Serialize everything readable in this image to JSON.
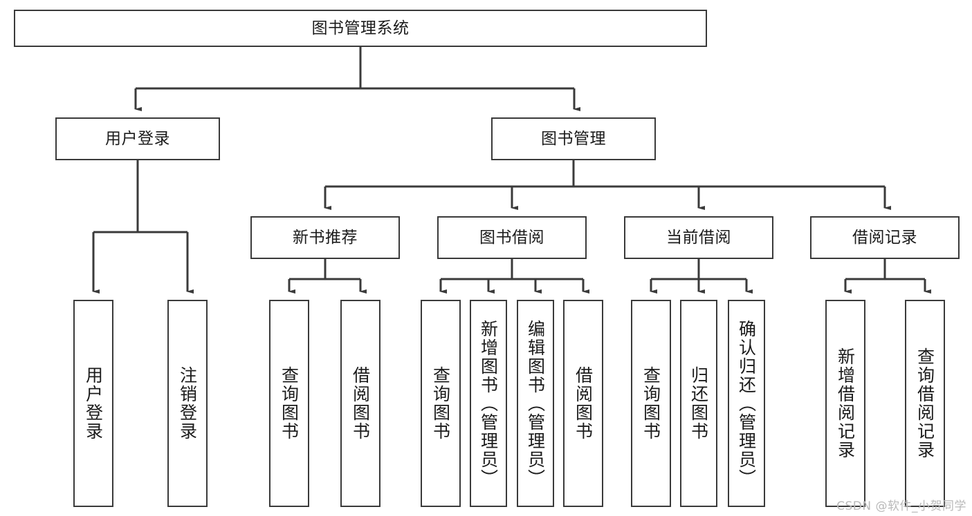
{
  "diagram": {
    "type": "tree-hierarchy",
    "title": "图书管理系统",
    "orientation": "top-down",
    "edge_style": "orthogonal-arrow",
    "colors": {
      "box_border": "#3a3a3a",
      "box_fill": "#ffffff",
      "connector": "#3a3a3a",
      "text": "#1b1b1b",
      "watermark": "#b9b9b9"
    },
    "root": {
      "label": "图书管理系统"
    },
    "level2": [
      {
        "label": "用户登录"
      },
      {
        "label": "图书管理"
      }
    ],
    "level3": [
      {
        "label": "新书推荐"
      },
      {
        "label": "图书借阅"
      },
      {
        "label": "当前借阅"
      },
      {
        "label": "借阅记录"
      }
    ],
    "leaves": {
      "user_login": [
        {
          "label": "用户登录"
        },
        {
          "label": "注销登录"
        }
      ],
      "new_book_recommend": [
        {
          "label": "查询图书"
        },
        {
          "label": "借阅图书"
        }
      ],
      "book_borrow": [
        {
          "label": "查询图书"
        },
        {
          "label": "新增图书（管理员）"
        },
        {
          "label": "编辑图书（管理员）"
        },
        {
          "label": "借阅图书"
        }
      ],
      "current_borrow": [
        {
          "label": "查询图书"
        },
        {
          "label": "归还图书"
        },
        {
          "label": "确认归还（管理员）"
        }
      ],
      "borrow_record": [
        {
          "label": "新增借阅记录"
        },
        {
          "label": "查询借阅记录"
        }
      ]
    },
    "watermark": "CSDN @软件_小贺同学"
  }
}
